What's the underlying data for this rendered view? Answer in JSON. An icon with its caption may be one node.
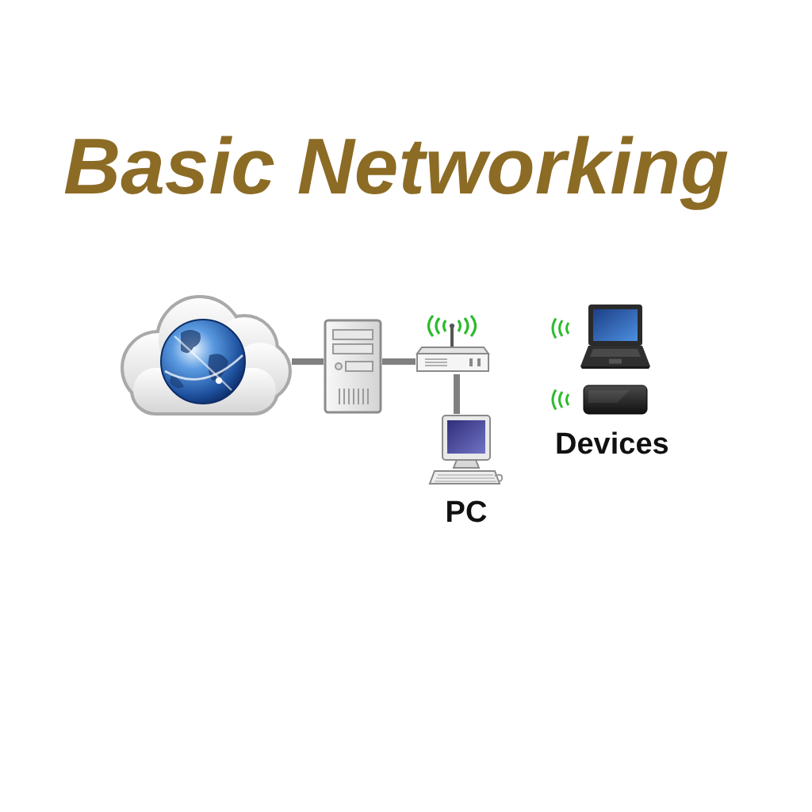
{
  "diagram": {
    "title": "Basic Networking",
    "nodes": [
      {
        "text": [],
        "shape": "cloud"
      },
      {
        "text": [],
        "shape": "picture"
      },
      {
        "text": [],
        "shape": "picture"
      },
      {
        "text": [
          "PC"
        ]
      },
      {
        "text": [],
        "shape": "picture"
      },
      {
        "text": [],
        "shape": "picture"
      }
    ],
    "edges": [
      {
        "from": 0,
        "to": 1,
        "arrow": "none"
      },
      {
        "from": 1,
        "to": 2,
        "arrow": "none"
      },
      {
        "from": 2,
        "to": 3,
        "arrow": "none"
      }
    ],
    "labels": [
      "Devices"
    ]
  }
}
